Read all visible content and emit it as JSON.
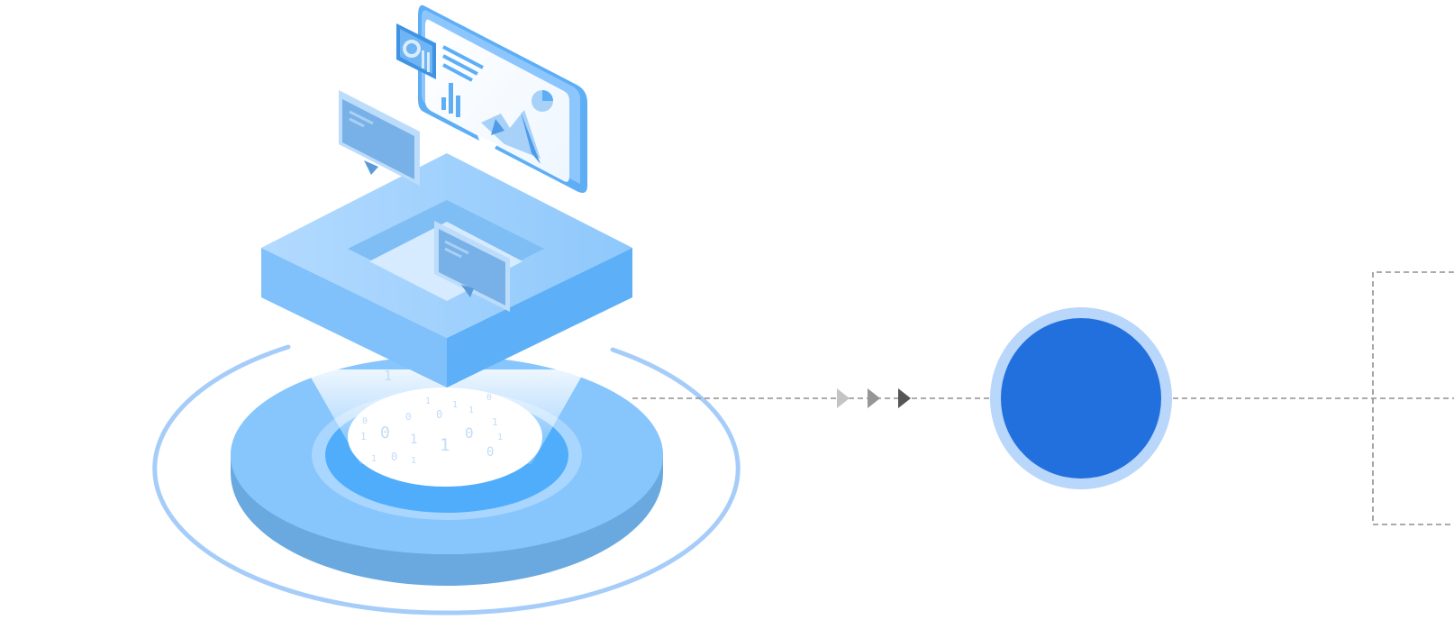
{
  "illustration": {
    "binary_digits": [
      "1",
      "0",
      "1",
      "0",
      "1",
      "0",
      "1",
      "0",
      "1",
      "0",
      "1",
      "1",
      "0",
      "1",
      "1",
      "0",
      "1",
      "0",
      "1"
    ]
  },
  "connector": {
    "arrow_count": 3
  },
  "colors": {
    "node_fill": "#2170dd",
    "node_ring": "#b9d6fb",
    "dash": "#8f8f8f",
    "arrow_light": "#c4c4c4",
    "arrow_mid": "#969696",
    "arrow_dark": "#555555",
    "platform_light": "#a9d3fc",
    "platform_dark": "#5db0f8",
    "disc_base": "#7ab5e8",
    "disc_top": "#87c4fd"
  }
}
